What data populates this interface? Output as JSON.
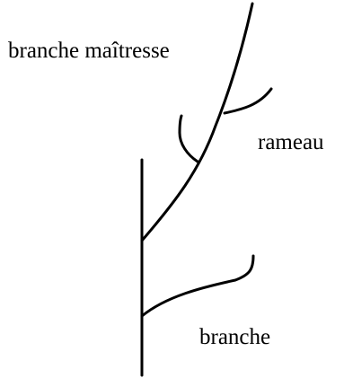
{
  "labels": {
    "branche_maitresse": "branche maîtresse",
    "rameau": "rameau",
    "branche": "branche"
  },
  "colors": {
    "line": "#000000",
    "background": "#ffffff"
  }
}
